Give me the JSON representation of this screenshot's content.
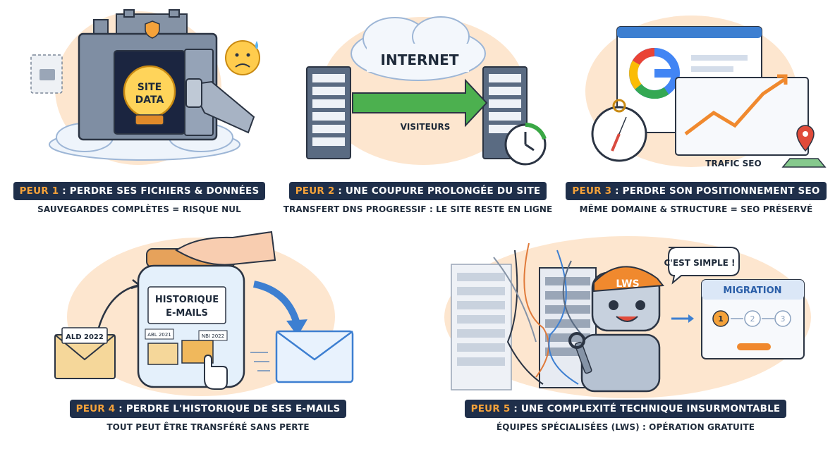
{
  "panels": [
    {
      "id": "peur-1",
      "tag": "PEUR 1",
      "title": " : PERDRE SES FICHIERS & DONNÉES",
      "subtitle": "SAUVEGARDES COMPLÈTES = RISQUE NUL",
      "illustration_text": [
        "SITE",
        "DATA"
      ],
      "icons": [
        "castle-vault-icon",
        "shield-icon",
        "crystal-ball-icon",
        "robot-hand-icon",
        "worried-emoji-icon",
        "folder-icon",
        "cloud-icon"
      ]
    },
    {
      "id": "peur-2",
      "tag": "PEUR 2",
      "title": " : UNE COUPURE PROLONGÉE DU SITE",
      "subtitle": "TRANSFERT DNS PROGRESSIF : LE SITE RESTE EN LIGNE",
      "illustration_text": [
        "INTERNET",
        "VISITEURS"
      ],
      "icons": [
        "server-icon",
        "cloud-icon",
        "arrow-right-icon",
        "clock-icon"
      ]
    },
    {
      "id": "peur-3",
      "tag": "PEUR 3",
      "title": " : PERDRE SON POSITIONNEMENT SEO",
      "subtitle": "MÊME DOMAINE & STRUCTURE = SEO PRÉSERVÉ",
      "illustration_text": [
        "TRAFIC SEO"
      ],
      "icons": [
        "google-logo-icon",
        "compass-icon",
        "trend-chart-icon",
        "map-pin-icon"
      ]
    },
    {
      "id": "peur-4",
      "tag": "PEUR 4",
      "title": " : PERDRE L'HISTORIQUE DE SES E-MAILS",
      "subtitle": "TOUT PEUT ÊTRE TRANSFÉRÉ SANS PERTE",
      "illustration_text": [
        "HISTORIQUE",
        "E-MAILS",
        "ALD 2022",
        "ABL 2021",
        "NBI 2022"
      ],
      "icons": [
        "jar-icon",
        "hand-icon",
        "envelope-icon",
        "pointer-hand-icon",
        "curved-arrow-icon"
      ]
    },
    {
      "id": "peur-5",
      "tag": "PEUR 5",
      "title": " : UNE COMPLEXITÉ TECHNIQUE INSURMONTABLE",
      "subtitle": "ÉQUIPES SPÉCIALISÉES (LWS) : OPÉRATION GRATUITE",
      "illustration_text": [
        "LWS",
        "C'EST SIMPLE !",
        "MIGRATION",
        "1",
        "2",
        "3"
      ],
      "icons": [
        "robot-icon",
        "wrench-icon",
        "server-rack-icon",
        "cables-icon",
        "speech-bubble-icon",
        "migration-window-icon"
      ]
    }
  ],
  "colors": {
    "caption_bg": "#1f2f4a",
    "caption_number": "#f5a23a",
    "blob_bg": "#fde6cf",
    "accent_blue": "#3d7fd1",
    "accent_green": "#3aa845",
    "accent_orange": "#f0892e"
  }
}
